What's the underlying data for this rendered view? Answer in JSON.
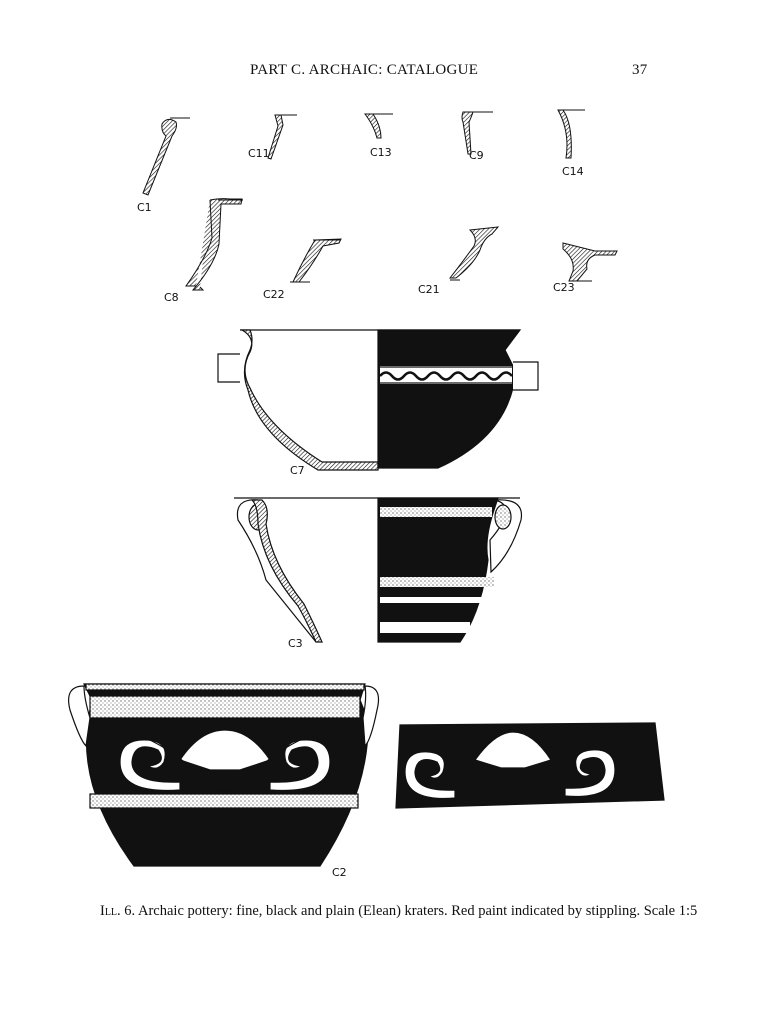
{
  "header": {
    "running_head": "PART C. ARCHAIC: CATALOGUE",
    "page_number": "37"
  },
  "figure": {
    "labels": {
      "c1": "C1",
      "c11": "C11",
      "c13": "C13",
      "c9": "C9",
      "c14": "C14",
      "c8": "C8",
      "c22": "C22",
      "c21": "C21",
      "c23": "C23",
      "c7": "C7",
      "c3": "C3",
      "c2": "C2"
    }
  },
  "caption": {
    "prefix": "Ill. 6.",
    "text": "Archaic pottery: fine, black and plain (Elean) kraters. Red paint indicated by stippling. Scale 1:5"
  }
}
